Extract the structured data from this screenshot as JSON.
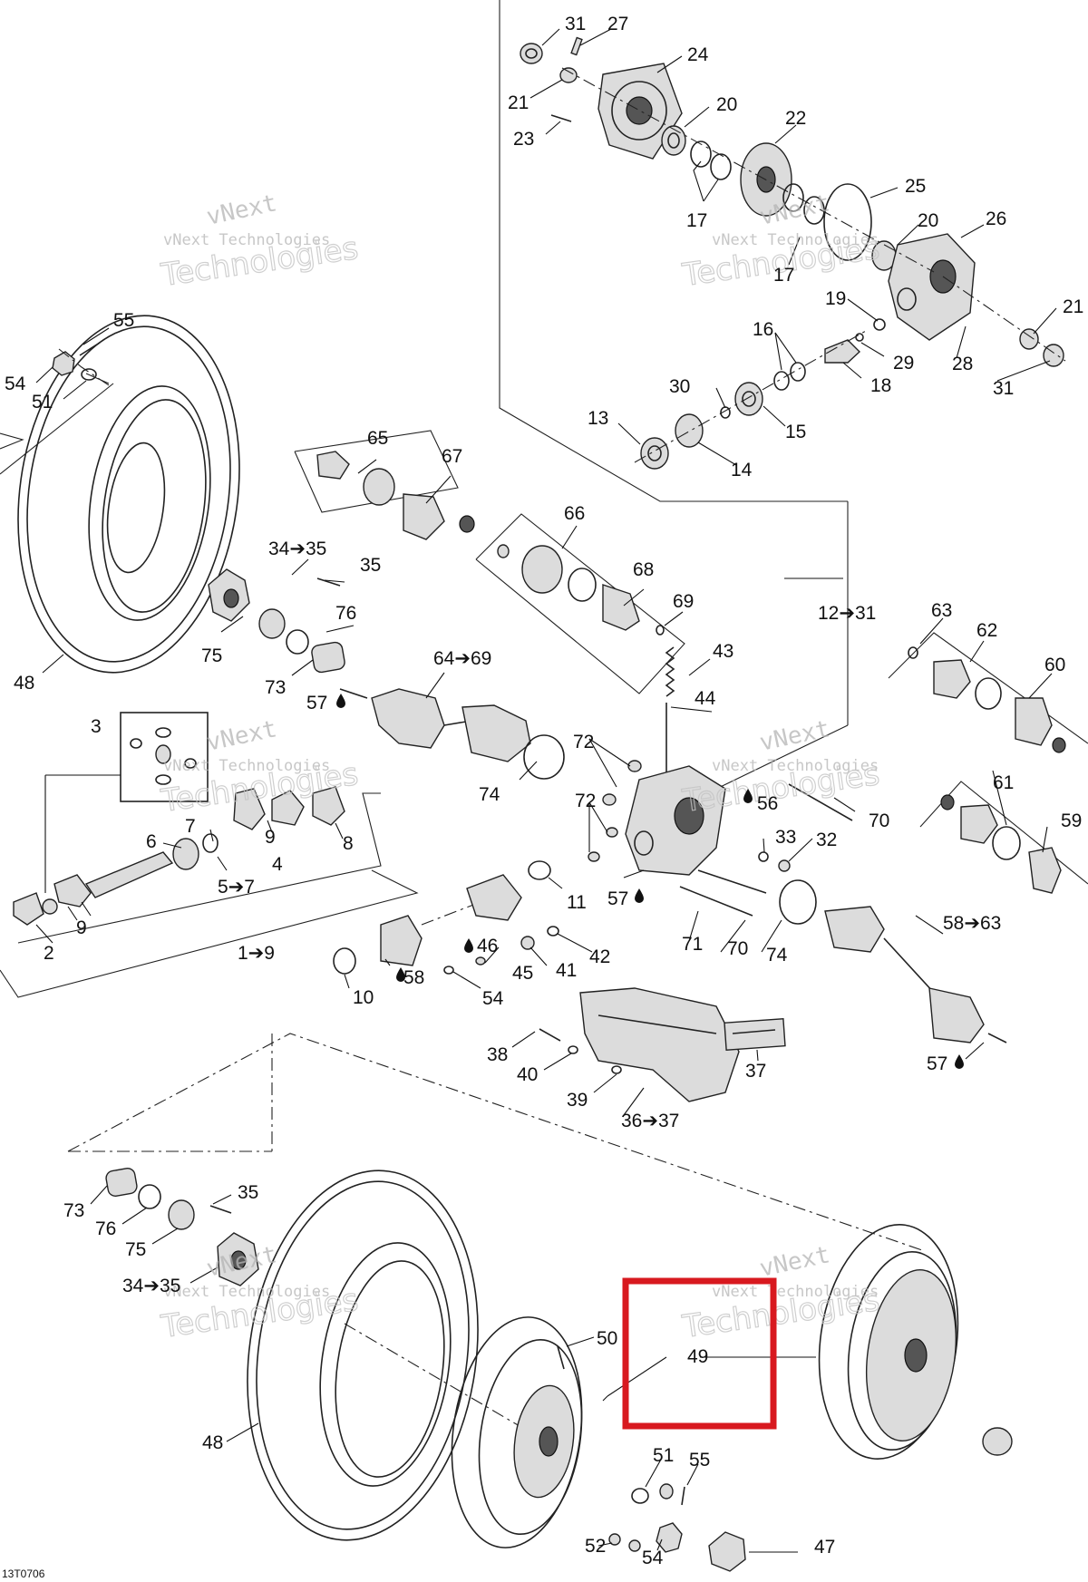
{
  "diagram_code": "13T0706",
  "watermark": {
    "line1": "vNext Technologies",
    "line2": "Technologies",
    "line3": "vNext"
  },
  "highlight_color": "#d8191f",
  "callouts": [
    "31",
    "27",
    "24",
    "21",
    "20",
    "23",
    "22",
    "17",
    "25",
    "20",
    "17",
    "26",
    "19",
    "16",
    "29",
    "28",
    "21",
    "31",
    "18",
    "30",
    "15",
    "13",
    "14",
    "55",
    "54",
    "51",
    "65",
    "67",
    "66",
    "68",
    "69",
    "34➔35",
    "35",
    "76",
    "75",
    "73",
    "48",
    "64➔69",
    "43",
    "44",
    "12➔31",
    "63",
    "62",
    "60",
    "57",
    "3",
    "72",
    "74",
    "56",
    "70",
    "72",
    "33",
    "32",
    "61",
    "59",
    "6",
    "7",
    "9",
    "4",
    "8",
    "5➔7",
    "11",
    "57",
    "2",
    "9",
    "1➔9",
    "10",
    "58",
    "46",
    "45",
    "42",
    "41",
    "54",
    "71",
    "70",
    "74",
    "58➔63",
    "38",
    "40",
    "39",
    "37",
    "36➔37",
    "57",
    "73",
    "35",
    "76",
    "75",
    "34➔35",
    "50",
    "49",
    "48",
    "51",
    "55",
    "52",
    "54",
    "47"
  ]
}
